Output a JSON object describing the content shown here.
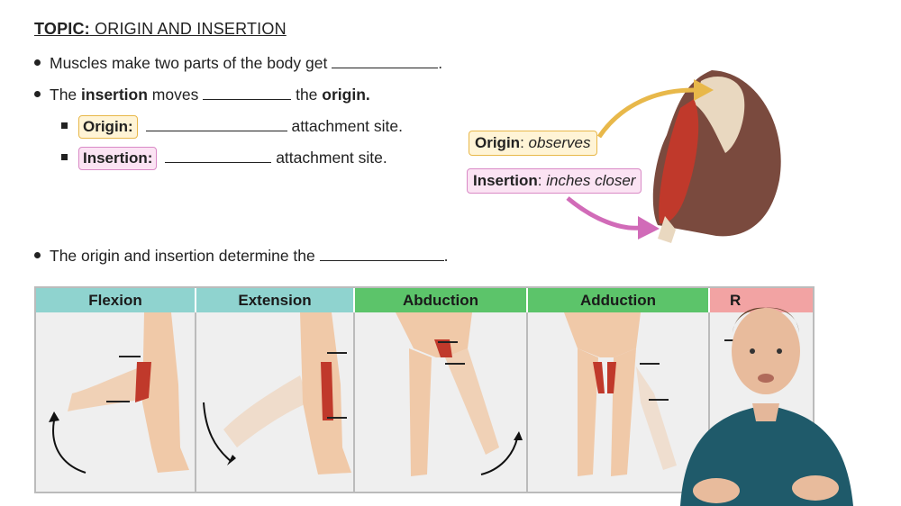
{
  "topic": {
    "prefix": "TOPIC:",
    "text": " ORIGIN AND INSERTION"
  },
  "bullets": {
    "b1": {
      "text": "Muscles make two parts of the body get",
      "end": "."
    },
    "b2": {
      "pre": "The ",
      "bold1": "insertion",
      "mid": " moves",
      "post": " the ",
      "bold2": "origin."
    },
    "sub1": {
      "tag": "Origin:",
      "text": " attachment site."
    },
    "sub2": {
      "tag": "Insertion:",
      "text": " attachment site."
    },
    "b3": {
      "text": "The origin and insertion determine the",
      "end": "."
    }
  },
  "figure": {
    "origin_label": {
      "bold": "Origin",
      "sep": ": ",
      "italic": "observes"
    },
    "insertion_label": {
      "bold": "Insertion",
      "sep": ": ",
      "italic": "inches closer"
    }
  },
  "movements": {
    "headers": [
      "Flexion",
      "Extension",
      "Abduction",
      "Adduction",
      "R"
    ],
    "colors": [
      "#8fd3cf",
      "#8fd3cf",
      "#5cc46a",
      "#5cc46a",
      "#f2a3a3"
    ]
  }
}
